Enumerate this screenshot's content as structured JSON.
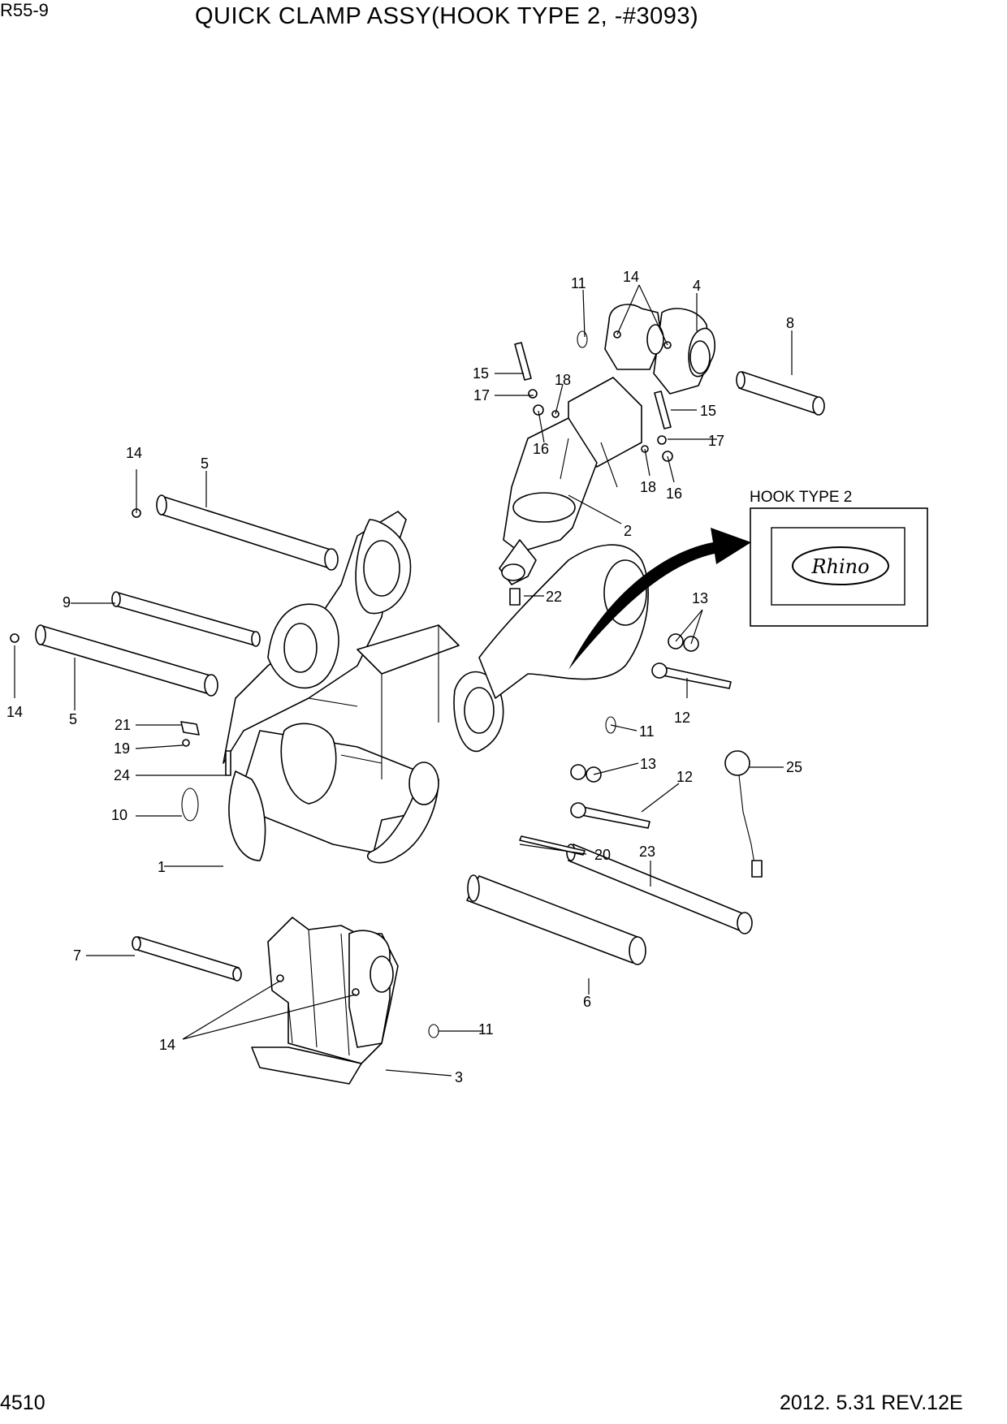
{
  "header": {
    "model": "R55-9",
    "title": "QUICK CLAMP ASSY(HOOK TYPE 2, -#3093)"
  },
  "footer": {
    "page_number": "4510",
    "revision": "2012. 5.31 REV.12E"
  },
  "inset": {
    "title": "HOOK TYPE 2",
    "logo_text": "Rhino"
  },
  "callouts": [
    "1",
    "2",
    "3",
    "4",
    "5",
    "5",
    "6",
    "7",
    "8",
    "9",
    "10",
    "11",
    "11",
    "11",
    "11",
    "12",
    "12",
    "13",
    "13",
    "14",
    "14",
    "14",
    "14",
    "14",
    "15",
    "15",
    "16",
    "16",
    "17",
    "17",
    "18",
    "18",
    "19",
    "20",
    "21",
    "22",
    "23",
    "24",
    "25"
  ]
}
